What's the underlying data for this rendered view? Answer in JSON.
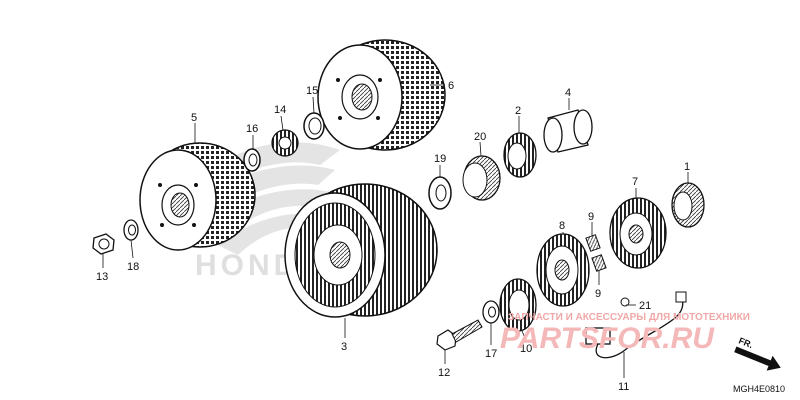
{
  "diagram": {
    "callouts": {
      "c1": "1",
      "c2": "2",
      "c3": "3",
      "c4": "4",
      "c5": "5",
      "c6": "6",
      "c7": "7",
      "c8": "8",
      "c9a": "9",
      "c9b": "9",
      "c10": "10",
      "c11": "11",
      "c12": "12",
      "c13": "13",
      "c14": "14",
      "c15": "15",
      "c16": "16",
      "c17": "17",
      "c18": "18",
      "c19": "19",
      "c20": "20",
      "c21": "21"
    },
    "direction_label": "FR.",
    "drawing_code": "MGH4E0810",
    "watermark_logo": "HONDA",
    "watermark_site": "PARTSFOR.RU",
    "watermark_tagline": "ЗАПЧАСТИ И АКСЕССУАРЫ ДЛЯ МОТОТЕХНИКИ"
  },
  "colors": {
    "line": "#111111",
    "watermark_gray": "#d8d8d8",
    "watermark_red": "#f2b3b3"
  }
}
